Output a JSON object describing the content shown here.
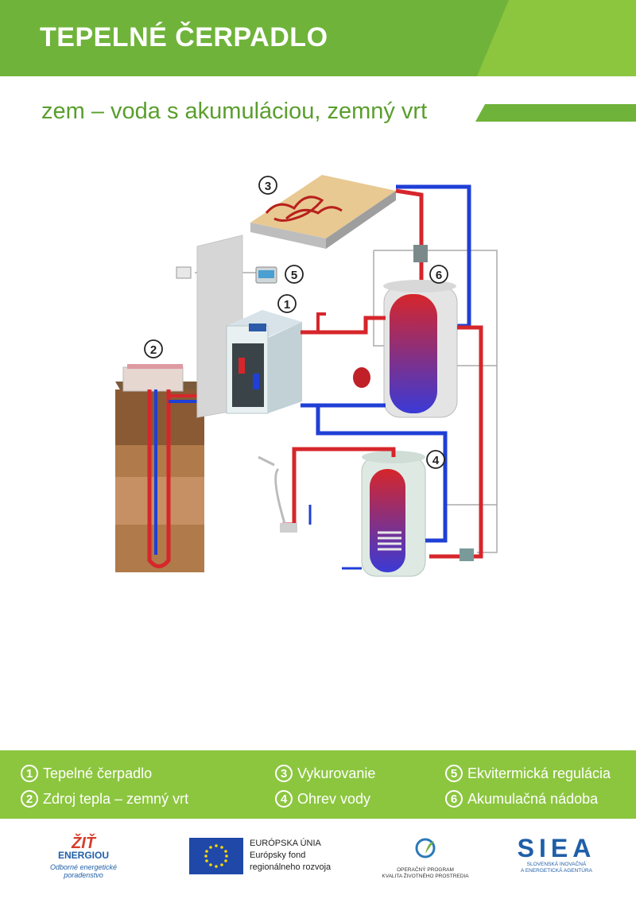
{
  "header": {
    "title": "TEPELNÉ ČERPADLO"
  },
  "subtitle": "zem – voda s akumuláciou, zemný vrt",
  "diagram": {
    "callouts": [
      "1",
      "2",
      "3",
      "4",
      "5",
      "6"
    ],
    "colors": {
      "hot_pipe": "#d6262b",
      "cold_pipe": "#1f3fd6",
      "green": "#6fb33a"
    }
  },
  "legend": {
    "items": [
      {
        "num": "1",
        "label": "Tepelné čerpadlo"
      },
      {
        "num": "2",
        "label": "Zdroj tepla – zemný vrt"
      },
      {
        "num": "3",
        "label": "Vykurovanie"
      },
      {
        "num": "4",
        "label": "Ohrev vody"
      },
      {
        "num": "5",
        "label": "Ekvitermická regulácia"
      },
      {
        "num": "6",
        "label": "Akumulačná nádoba"
      }
    ]
  },
  "footer": {
    "zit": {
      "line1": "ŽIŤ",
      "line2": "ENERGIOU",
      "line3": "Odborné energetické poradenstvo"
    },
    "eu": {
      "line1": "EURÓPSKA ÚNIA",
      "line2": "Európsky fond",
      "line3": "regionálneho rozvoja"
    },
    "op": {
      "line1": "OPERAČNÝ PROGRAM",
      "line2": "KVALITA ŽIVOTNÉHO PROSTREDIA"
    },
    "siea": {
      "big": "SIEA",
      "small1": "SLOVENSKÁ INOVAČNÁ",
      "small2": "A ENERGETICKÁ AGENTÚRA"
    }
  }
}
